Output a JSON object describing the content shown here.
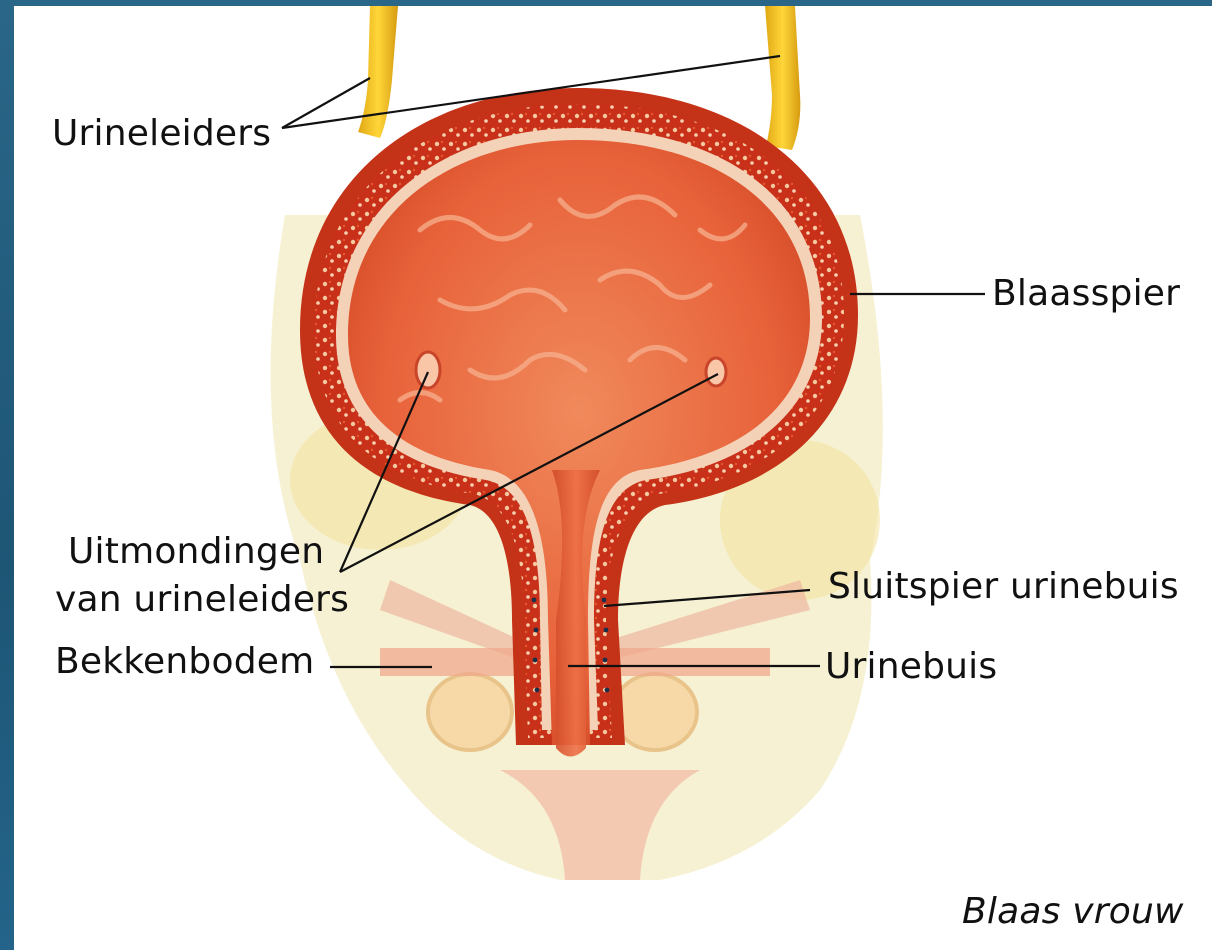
{
  "diagram": {
    "labels": {
      "urineleiders": "Urineleiders",
      "blaasspier": "Blaasspier",
      "uitmondingen_line1": "Uitmondingen",
      "uitmondingen_line2": "van urineleiders",
      "sluitspier": "Sluitspier urinebuis",
      "bekkenbodem": "Bekkenbodem",
      "urinebuis": "Urinebuis"
    },
    "caption": "Blaas vrouw"
  },
  "colors": {
    "frame": "#1f5a7a",
    "ureter": "#f2c21c",
    "bladder_wall": "#d8401e",
    "bladder_inner": "#ec6a3a",
    "fat": "#f3e7a8"
  }
}
